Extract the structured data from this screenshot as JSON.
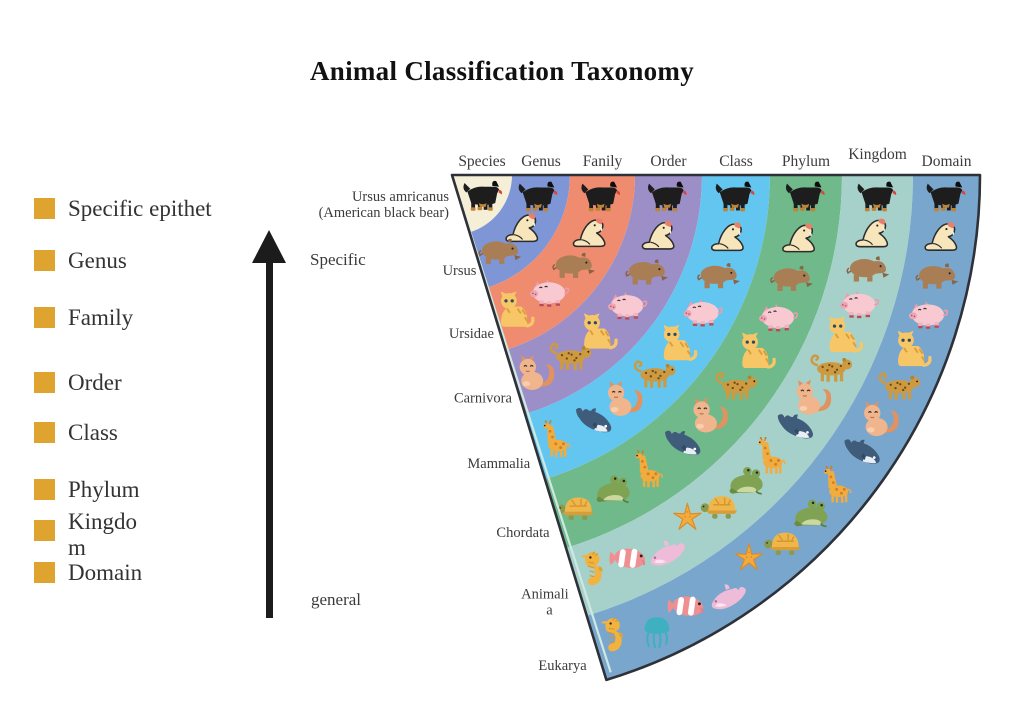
{
  "title": "Animal Classification Taxonomy",
  "legend": {
    "swatch_color": "#DFA42F",
    "items": [
      {
        "label": "Specific epithet"
      },
      {
        "label": "Genus"
      },
      {
        "label": "Family"
      },
      {
        "label": "Order"
      },
      {
        "label": "Class"
      },
      {
        "label": "Phylum"
      },
      {
        "label": "Kingdom"
      },
      {
        "label": "Domain"
      }
    ]
  },
  "arrow": {
    "top_label": "Specific",
    "bottom_label": "general"
  },
  "fan": {
    "outline_color": "#2e3137",
    "edge_highlight_color": "#cfe8e0",
    "bands": [
      {
        "header": "Species",
        "row_label_lines": [
          "Ursus amricanus",
          "(American black bear)"
        ],
        "color": "#F5EFD8",
        "animals": [
          "dog"
        ]
      },
      {
        "header": "Genus",
        "row_label_lines": [
          "Ursus"
        ],
        "color": "#7E96D6",
        "animals": [
          "dog",
          "sea-lion",
          "rhino"
        ]
      },
      {
        "header": "Fanily",
        "row_label_lines": [
          "Ursidae"
        ],
        "color": "#EF8C70",
        "animals": [
          "dog",
          "sea-lion",
          "rhino",
          "pig",
          "cat"
        ]
      },
      {
        "header": "Order",
        "row_label_lines": [
          "Carnivora"
        ],
        "color": "#9C8FC7",
        "animals": [
          "dog",
          "sea-lion",
          "rhino",
          "pig",
          "cat",
          "leopard",
          "squirrel"
        ]
      },
      {
        "header": "Class",
        "row_label_lines": [
          "Mammalia"
        ],
        "color": "#62C6F0",
        "animals": [
          "dog",
          "sea-lion",
          "rhino",
          "pig",
          "cat",
          "leopard",
          "squirrel",
          "dolphin",
          "giraffe"
        ]
      },
      {
        "header": "Phylum",
        "row_label_lines": [
          "Chordata"
        ],
        "color": "#6FB98B",
        "animals": [
          "dog",
          "sea-lion",
          "rhino",
          "pig",
          "cat",
          "leopard",
          "squirrel",
          "dolphin",
          "giraffe",
          "frog",
          "turtle"
        ]
      },
      {
        "header": "Kingdom",
        "row_label_lines": [
          "Animali",
          "a"
        ],
        "color": "#A6D1CA",
        "animals": [
          "dog",
          "sea-lion",
          "rhino",
          "pig",
          "cat",
          "leopard",
          "squirrel",
          "dolphin",
          "giraffe",
          "frog",
          "turtle",
          "starfish",
          "pink-dolphin",
          "clownfish",
          "seahorse"
        ]
      },
      {
        "header": "Domain",
        "row_label_lines": [
          "Eukarya"
        ],
        "color": "#79A6CD",
        "animals": [
          "dog",
          "sea-lion",
          "rhino",
          "pig",
          "cat",
          "leopard",
          "squirrel",
          "dolphin",
          "giraffe",
          "frog",
          "turtle",
          "starfish",
          "pink-dolphin",
          "clownfish",
          "jellyfish",
          "seahorse"
        ]
      }
    ]
  }
}
